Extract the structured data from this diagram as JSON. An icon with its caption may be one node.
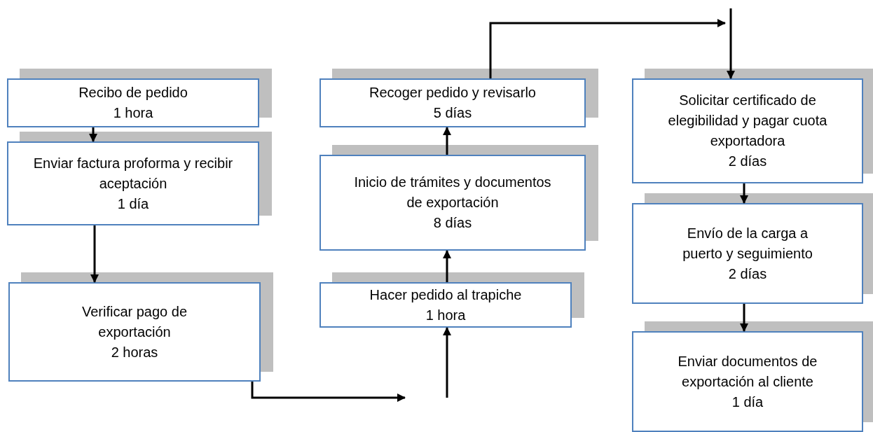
{
  "diagram": {
    "nodes": [
      {
        "text": [
          "Recibo de pedido",
          "1 hora"
        ]
      },
      {
        "text": [
          "Enviar factura proforma y recibir aceptación",
          "1 día"
        ]
      },
      {
        "text": [
          "Verificar pago de exportación",
          "2 horas"
        ]
      },
      {
        "text": [
          "Recoger pedido y revisarlo",
          "5 días"
        ]
      },
      {
        "text": [
          "Inicio de trámites y documentos de exportación",
          "8 días"
        ]
      },
      {
        "text": [
          "Hacer pedido al trapiche",
          "1 hora"
        ]
      },
      {
        "text": [
          "Solicitar certificado de elegibilidad y pagar cuota exportadora",
          "2 días"
        ]
      },
      {
        "text": [
          "Envío de la carga a puerto y seguimiento",
          "2 días"
        ]
      },
      {
        "text": [
          "Enviar documentos de exportación al cliente",
          "1 día"
        ]
      }
    ],
    "edges": [
      {
        "from": 0,
        "to": 1,
        "arrow": "to"
      },
      {
        "from": 1,
        "to": 2,
        "arrow": "to"
      },
      {
        "from": 2,
        "to": null,
        "arrow": "to"
      },
      {
        "from": null,
        "to": 5,
        "arrow": "to"
      },
      {
        "from": 5,
        "to": 4,
        "arrow": "to"
      },
      {
        "from": 4,
        "to": 3,
        "arrow": "to"
      },
      {
        "from": 3,
        "to": null,
        "arrow": "to"
      },
      {
        "from": null,
        "to": 6,
        "arrow": "to"
      },
      {
        "from": 6,
        "to": 7,
        "arrow": "to"
      },
      {
        "from": 7,
        "to": 8,
        "arrow": "to"
      }
    ]
  }
}
